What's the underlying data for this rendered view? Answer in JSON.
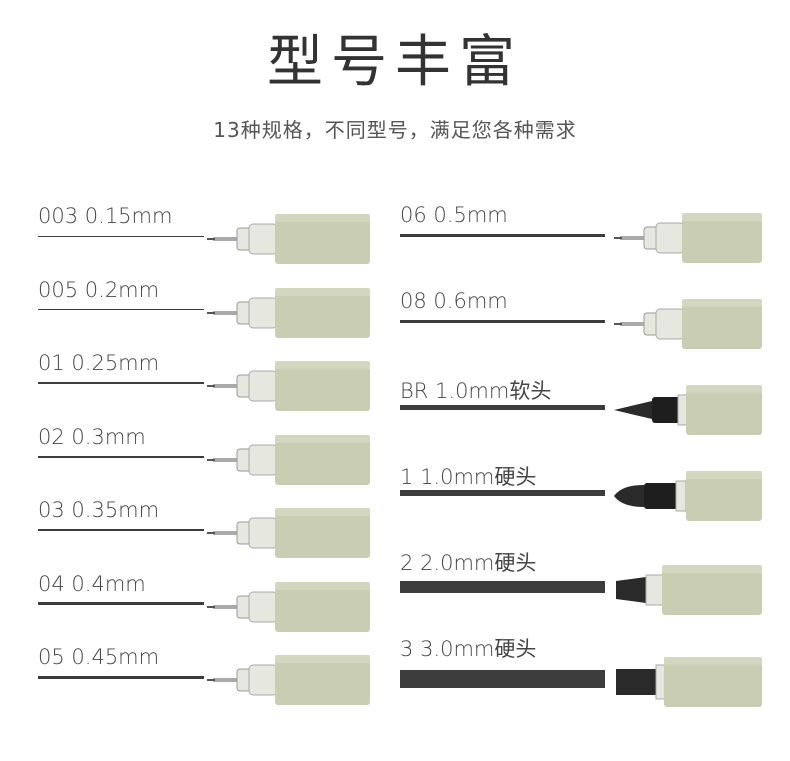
{
  "header": {
    "title": "型号丰富",
    "subtitle": "13种规格，不同型号，满足您各种需求"
  },
  "colors": {
    "pen_body": "#c9cdb2",
    "pen_cap_band": "#e6e7de",
    "ink": "#3c3c3c"
  },
  "left_column": [
    {
      "code": "003",
      "size": "0.15mm",
      "tip": "needle"
    },
    {
      "code": "005",
      "size": "0.2mm",
      "tip": "needle"
    },
    {
      "code": "01",
      "size": "0.25mm",
      "tip": "needle"
    },
    {
      "code": "02",
      "size": "0.3mm",
      "tip": "needle"
    },
    {
      "code": "03",
      "size": "0.35mm",
      "tip": "needle"
    },
    {
      "code": "04",
      "size": "0.4mm",
      "tip": "needle"
    },
    {
      "code": "05",
      "size": "0.45mm",
      "tip": "needle"
    }
  ],
  "right_column": [
    {
      "code": "06",
      "size": "0.5mm",
      "tip": "needle"
    },
    {
      "code": "08",
      "size": "0.6mm",
      "tip": "needle"
    },
    {
      "code": "BR",
      "size": "1.0mm软头",
      "tip": "brush"
    },
    {
      "code": "1",
      "size": "1.0mm硬头",
      "tip": "chisel"
    },
    {
      "code": "2",
      "size": "2.0mm硬头",
      "tip": "block"
    },
    {
      "code": "3",
      "size": "3.0mm硬头",
      "tip": "block-wide"
    }
  ]
}
